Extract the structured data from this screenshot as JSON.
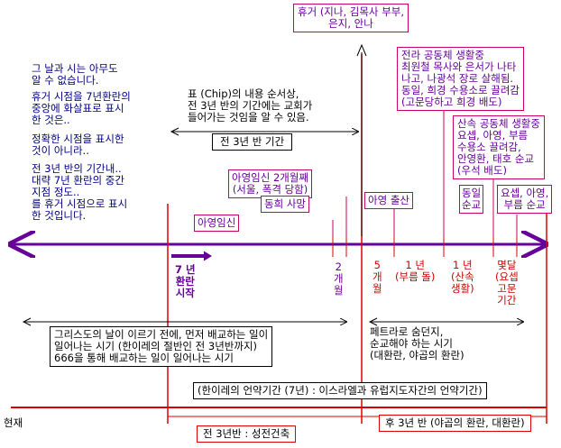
{
  "left_notes": {
    "line1": "그 날과 시는 아무도\n알 수 없습니다.",
    "line2": "휴거 시점을 7년환란의\n중앙에 화살표로 표시\n한 것은..",
    "line3": "정확한 시점을 표시한\n것이 아니라..",
    "line4": "전 3년 반의 기간내..\n대략 7년 환란의 중간\n지점 정도..\n를 휴거 시점으로 표시\n한 것입니다."
  },
  "chip_note": "표 (Chip)의 내용 순서상,\n전 3년 반의 기간에는 교회가\n들어가는 것임을 알 수 있음.",
  "first_half_label": "전 3년 반 기간",
  "rapture_box": "휴거 (지나, 김목사 부부,\n은지, 안나",
  "persecution_box": "전라 공동체 생활중\n최원철 목사와 은서가 나타\n나고, 나광석 장로 살해됨.\n동일, 희경 수용소로 끌려감\n(고문당하고 희경 배도)",
  "mountain_box": "산속 공동체 생활중\n요셉, 아영, 부름\n수용소 끌려감,\n안영환, 태호 순교\n(우석 배도)",
  "dongil_box": "동일\n순교",
  "joseph_box": "요셉, 아영,\n부름 순교",
  "ayoung_birth": "아영 출산",
  "pregnant_2mo": "아영임신 2개월째\n(서울, 폭격 당함)",
  "donghwa_death": "동희 사망",
  "ayoung_pregnant": "아영임신",
  "start_7year": "7 년\n환란\n시작",
  "period_2mo": "2\n개\n월",
  "period_5mo": "5\n개\n월",
  "period_1y_a": "1 년\n(부름 돌)",
  "period_1y_b": "1 년\n(산속\n생활)",
  "period_last": "몇달\n(요셉\n고문\n기간",
  "left_period_box": "그리스도의 날이 이르기 전에, 먼저 배교하는 일이\n일어나는 시기 (한이레의 절반인 전 3년반까지)\n666을 통해 배교하는 일이 일어나는 시기",
  "right_period_box": "페트라로 숨던지,\n순교해야 하는 시기\n(대환란, 야곱의 환란)",
  "covenant_box": "(한이레의 언약기간 (7년) : 이스라엘과 유럽지도자간의 언약기간)",
  "now_label": "현재",
  "bottom_left_box": "전 3년반 : 성전건축",
  "bottom_right_box": "후 3년 반 (야곱의 환란, 대환란)",
  "colors": {
    "purple": "#660099",
    "pink": "#cc0066",
    "red": "#dd0000",
    "black": "#000000"
  }
}
